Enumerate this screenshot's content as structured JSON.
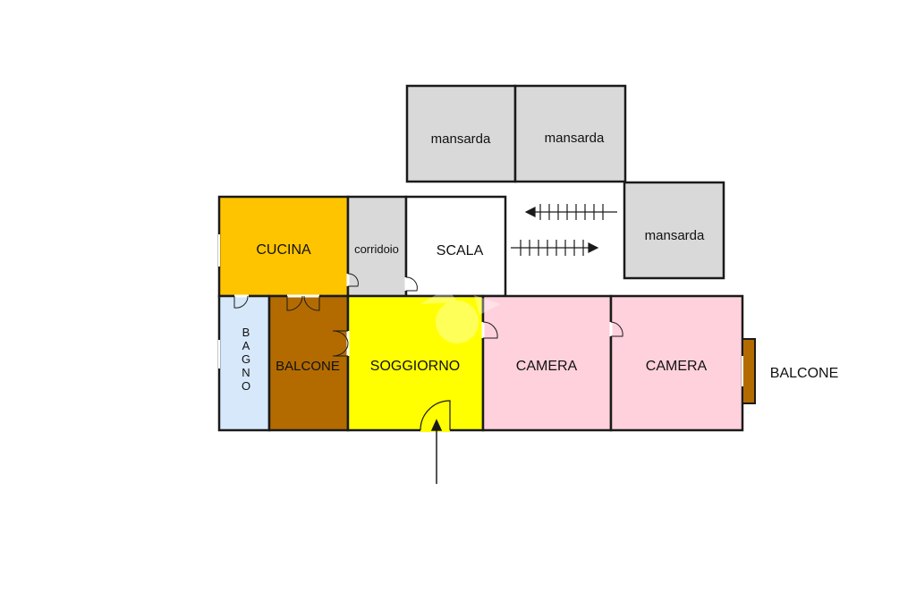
{
  "rooms": {
    "mansarda_1": {
      "label": "mansarda",
      "color": "#d9d9d9"
    },
    "mansarda_2": {
      "label": "mansarda",
      "color": "#d9d9d9"
    },
    "mansarda_3": {
      "label": "mansarda",
      "color": "#d9d9d9"
    },
    "cucina": {
      "label": "CUCINA",
      "color": "#ffc400"
    },
    "corridoio": {
      "label": "corridoio",
      "color": "#d9d9d9"
    },
    "scala": {
      "label": "SCALA",
      "color": "#ffffff"
    },
    "bagno": {
      "label": "B A G N O",
      "color": "#d6e8fa"
    },
    "balcone_interno": {
      "label": "BALCONE",
      "color": "#b36b00"
    },
    "soggiorno": {
      "label": "SOGGIORNO",
      "color": "#ffff00"
    },
    "camera_1": {
      "label": "CAMERA",
      "color": "#ffd1dc"
    },
    "camera_2": {
      "label": "CAMERA",
      "color": "#ffd1dc"
    },
    "balcone_esterno": {
      "label": "BALCONE",
      "color": "#b36b00"
    }
  },
  "bagno_letters": [
    "B",
    "A",
    "G",
    "N",
    "O"
  ],
  "wall_color": "#1a1a1a"
}
